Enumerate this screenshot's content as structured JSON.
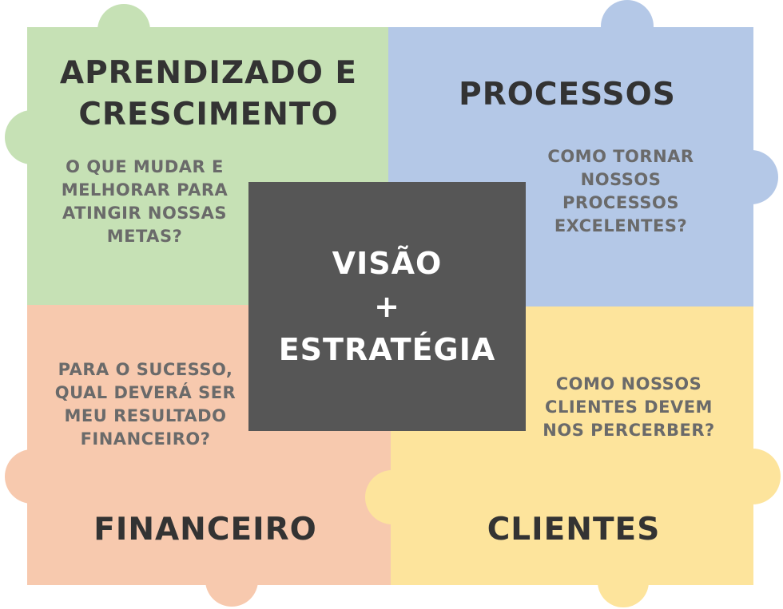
{
  "quadrants": {
    "learning": {
      "title": "APRENDIZADO E CRESCIMENTO",
      "question": "O QUE MUDAR E MELHORAR PARA ATINGIR NOSSAS METAS?",
      "color": "#c6e1b5"
    },
    "processes": {
      "title": "PROCESSOS",
      "question": "COMO TORNAR NOSSOS PROCESSOS EXCELENTES?",
      "color": "#b4c8e7"
    },
    "financial": {
      "title": "FINANCEIRO",
      "question": "PARA O SUCESSO, QUAL DEVERÁ SER MEU RESULTADO FINANCEIRO?",
      "color": "#f7c9ae"
    },
    "customers": {
      "title": "CLIENTES",
      "question": "COMO NOSSOS CLIENTES DEVEM NOS PERCERBER?",
      "color": "#fde49c"
    }
  },
  "center": {
    "line1": "VISÃO",
    "line2": "+",
    "line3": "ESTRATÉGIA",
    "color": "#565656"
  }
}
